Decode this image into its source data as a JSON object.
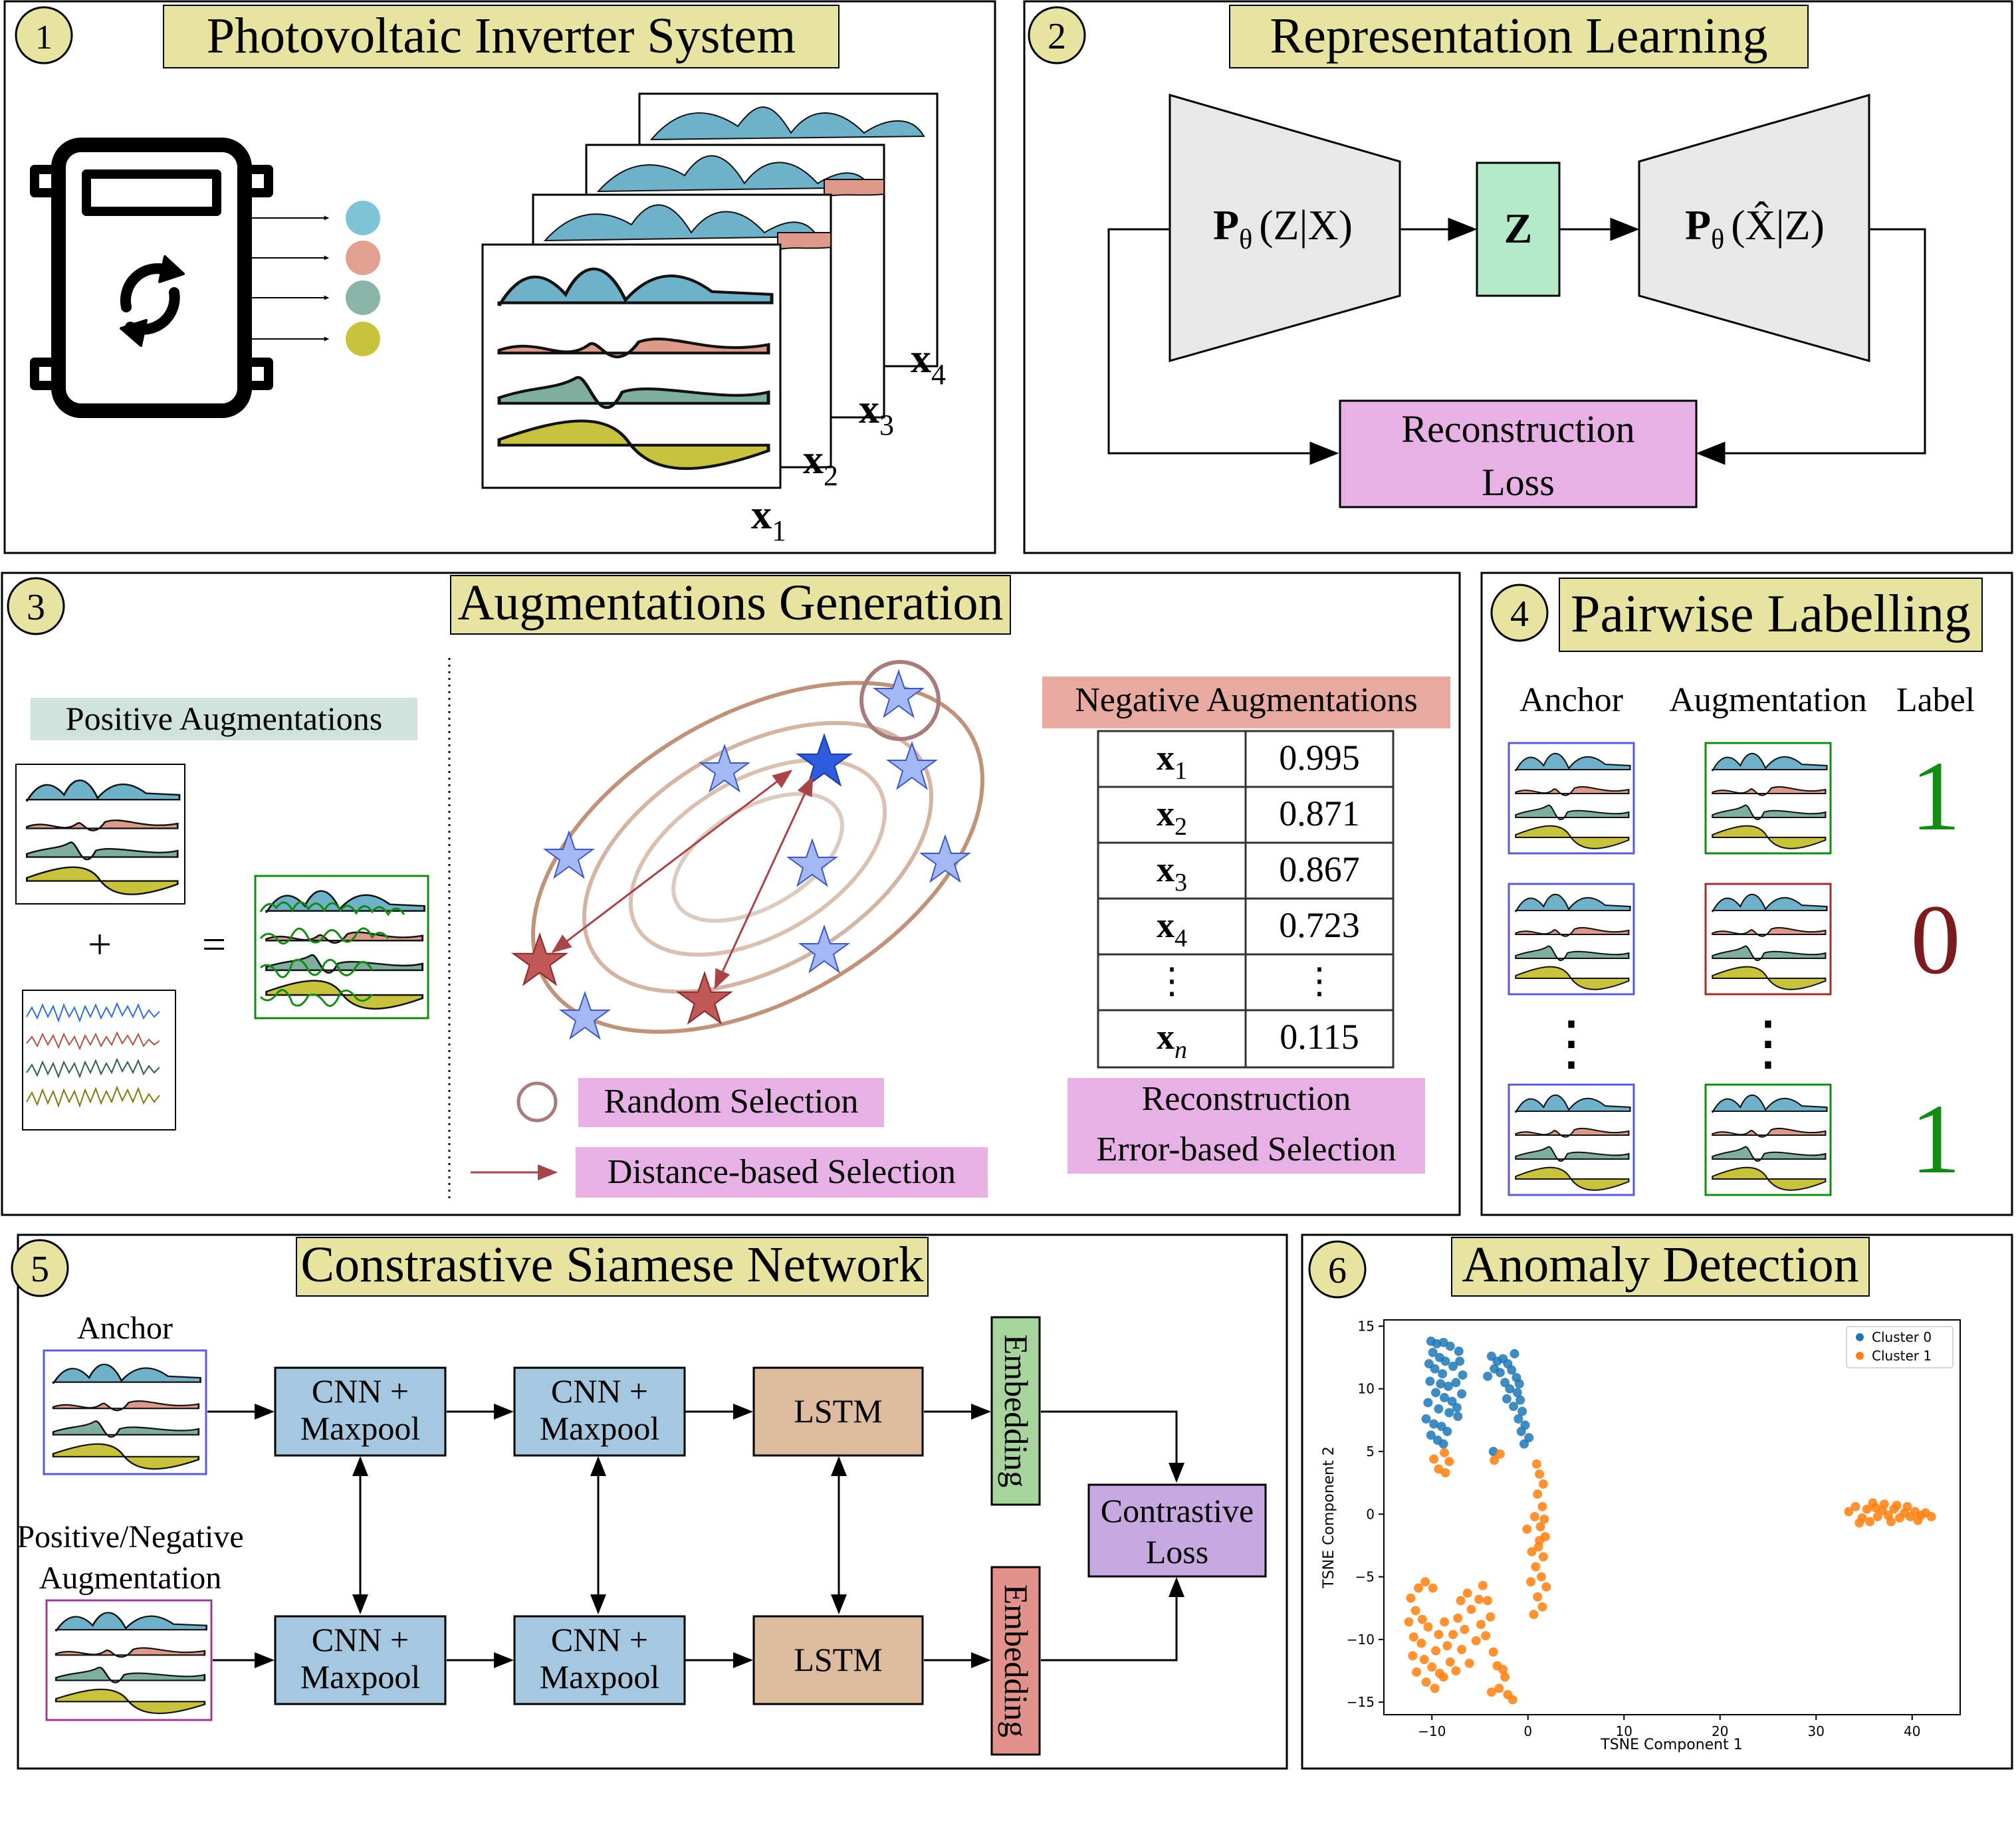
{
  "panels": {
    "p1": {
      "number": "1",
      "title": "Photovoltaic Inverter System",
      "channels": [
        "x",
        "x",
        "x",
        "x"
      ],
      "subscripts": [
        "1",
        "2",
        "3",
        "4"
      ]
    },
    "p2": {
      "number": "2",
      "title": "Representation Learning",
      "encoder": "P",
      "encoder_sub": "θ",
      "encoder_arg": "(Z|X)",
      "latent": "Z",
      "decoder": "P",
      "decoder_sub": "θ",
      "decoder_arg": "(X̂|Z)",
      "loss_line1": "Reconstruction",
      "loss_line2": "Loss"
    },
    "p3": {
      "number": "3",
      "title": "Augmentations Generation",
      "positive_label": "Positive Augmentations",
      "plus": "+",
      "equals": "=",
      "negative_label": "Negative Augmentations",
      "table": [
        {
          "var": "x",
          "sub": "1",
          "value": "0.995"
        },
        {
          "var": "x",
          "sub": "2",
          "value": "0.871"
        },
        {
          "var": "x",
          "sub": "3",
          "value": "0.867"
        },
        {
          "var": "x",
          "sub": "4",
          "value": "0.723"
        },
        {
          "var": "⋮",
          "sub": "",
          "value": "⋮"
        },
        {
          "var": "x",
          "sub": "n",
          "value": "0.115"
        }
      ],
      "legend_random": "Random Selection",
      "legend_distance": "Distance-based Selection",
      "recon_line1": "Reconstruction",
      "recon_line2": "Error-based Selection"
    },
    "p4": {
      "number": "4",
      "title": "Pairwise Labelling",
      "col_anchor": "Anchor",
      "col_aug": "Augmentation",
      "col_label": "Label",
      "labels": [
        "1",
        "0",
        "1"
      ],
      "dots": "⋮",
      "colors": {
        "positive": "#138a13",
        "negative": "#7a1c1c"
      }
    },
    "p5": {
      "number": "5",
      "title": "Constrastive Siamese Network",
      "anchor": "Anchor",
      "aug_line1": "Positive/Negative",
      "aug_line2": "Augmentation",
      "cnn_line1": "CNN +",
      "cnn_line2": "Maxpool",
      "lstm": "LSTM",
      "embedding": "Embedding",
      "loss_line1": "Contrastive",
      "loss_line2": "Loss"
    },
    "p6": {
      "number": "6",
      "title": "Anomaly Detection"
    }
  },
  "chart_data": {
    "type": "scatter",
    "xlabel": "TSNE Component 1",
    "ylabel": "TSNE Component 2",
    "xlim": [
      -15,
      45
    ],
    "ylim": [
      -16,
      15.5
    ],
    "xticks": [
      "−10",
      "0",
      "10",
      "20",
      "30",
      "40"
    ],
    "yticks": [
      "15",
      "10",
      "5",
      "0",
      "−5",
      "−10",
      "−15"
    ],
    "xtick_values": [
      -10,
      0,
      10,
      20,
      30,
      40
    ],
    "ytick_values": [
      15,
      10,
      5,
      0,
      -5,
      -10,
      -15
    ],
    "legend_placement": "top-right",
    "series": [
      {
        "name": "Cluster 0",
        "color": "#1f77b4",
        "points": [
          [
            -10.1,
            13.8
          ],
          [
            -9.5,
            13.6
          ],
          [
            -8.8,
            13.7
          ],
          [
            -8.1,
            13.4
          ],
          [
            -7.2,
            13.0
          ],
          [
            -9.9,
            12.9
          ],
          [
            -9.2,
            12.5
          ],
          [
            -8.6,
            12.2
          ],
          [
            -10.3,
            12.0
          ],
          [
            -9.7,
            11.6
          ],
          [
            -8.9,
            11.2
          ],
          [
            -7.8,
            11.8
          ],
          [
            -7.5,
            10.5
          ],
          [
            -8.3,
            10.2
          ],
          [
            -9.1,
            10.4
          ],
          [
            -10.2,
            10.6
          ],
          [
            -9.6,
            9.7
          ],
          [
            -8.7,
            9.3
          ],
          [
            -7.9,
            9.0
          ],
          [
            -10.4,
            8.9
          ],
          [
            -9.3,
            8.4
          ],
          [
            -8.2,
            8.1
          ],
          [
            -7.4,
            8.5
          ],
          [
            -10.6,
            7.6
          ],
          [
            -9.8,
            7.2
          ],
          [
            -9.0,
            7.0
          ],
          [
            -8.4,
            6.6
          ],
          [
            -10.1,
            6.3
          ],
          [
            -9.4,
            5.9
          ],
          [
            -8.8,
            5.6
          ],
          [
            -7.3,
            7.8
          ],
          [
            -6.9,
            9.6
          ],
          [
            -7.1,
            12.2
          ],
          [
            -6.8,
            11.1
          ],
          [
            -3.8,
            12.6
          ],
          [
            -3.2,
            12.2
          ],
          [
            -2.6,
            12.4
          ],
          [
            -2.1,
            12.0
          ],
          [
            -3.5,
            11.6
          ],
          [
            -2.9,
            11.3
          ],
          [
            -1.7,
            11.5
          ],
          [
            -1.2,
            10.9
          ],
          [
            -2.4,
            10.5
          ],
          [
            -1.9,
            10.0
          ],
          [
            -1.1,
            9.7
          ],
          [
            -0.8,
            9.1
          ],
          [
            -1.5,
            8.6
          ],
          [
            -0.6,
            8.2
          ],
          [
            -1.0,
            7.6
          ],
          [
            -0.3,
            7.1
          ],
          [
            -0.7,
            6.6
          ],
          [
            0.1,
            6.1
          ],
          [
            -0.4,
            5.6
          ],
          [
            -3.6,
            5.0
          ],
          [
            -4.2,
            11.0
          ],
          [
            -1.4,
            12.8
          ],
          [
            -2.2,
            9.2
          ],
          [
            -0.9,
            10.4
          ]
        ]
      },
      {
        "name": "Cluster 1",
        "color": "#ff7f0e",
        "points": [
          [
            -9.8,
            4.4
          ],
          [
            -8.7,
            4.9
          ],
          [
            -8.2,
            4.2
          ],
          [
            -9.3,
            3.6
          ],
          [
            -8.6,
            3.3
          ],
          [
            -3.5,
            4.3
          ],
          [
            -2.9,
            4.8
          ],
          [
            0.9,
            4.0
          ],
          [
            1.2,
            3.2
          ],
          [
            1.6,
            2.4
          ],
          [
            1.0,
            1.6
          ],
          [
            1.5,
            0.6
          ],
          [
            0.7,
            -0.2
          ],
          [
            1.3,
            -1.0
          ],
          [
            1.8,
            -1.8
          ],
          [
            1.1,
            -2.6
          ],
          [
            1.6,
            -3.4
          ],
          [
            0.8,
            -4.2
          ],
          [
            1.4,
            -5.0
          ],
          [
            1.9,
            -5.8
          ],
          [
            1.0,
            -6.6
          ],
          [
            1.5,
            -7.4
          ],
          [
            0.6,
            -8.0
          ],
          [
            1.2,
            -2.1
          ],
          [
            0.4,
            -3.0
          ],
          [
            1.7,
            -0.4
          ],
          [
            0.3,
            -5.4
          ],
          [
            -0.1,
            -1.2
          ],
          [
            -12.2,
            -6.7
          ],
          [
            -11.7,
            -7.7
          ],
          [
            -12.4,
            -8.6
          ],
          [
            -11.9,
            -9.8
          ],
          [
            -11.1,
            -10.3
          ],
          [
            -10.4,
            -9.0
          ],
          [
            -9.6,
            -10.9
          ],
          [
            -10.8,
            -11.6
          ],
          [
            -10.0,
            -12.2
          ],
          [
            -9.2,
            -12.7
          ],
          [
            -10.6,
            -13.4
          ],
          [
            -9.7,
            -13.9
          ],
          [
            -8.8,
            -13.0
          ],
          [
            -8.1,
            -11.8
          ],
          [
            -7.5,
            -12.5
          ],
          [
            -8.4,
            -10.5
          ],
          [
            -7.8,
            -9.6
          ],
          [
            -8.7,
            -8.6
          ],
          [
            -7.3,
            -8.3
          ],
          [
            -6.6,
            -9.2
          ],
          [
            -5.9,
            -7.6
          ],
          [
            -6.3,
            -6.3
          ],
          [
            -5.1,
            -6.8
          ],
          [
            -4.7,
            -5.7
          ],
          [
            -4.2,
            -6.9
          ],
          [
            -3.9,
            -8.2
          ],
          [
            -4.4,
            -9.7
          ],
          [
            -3.6,
            -11.0
          ],
          [
            -3.2,
            -12.1
          ],
          [
            -2.4,
            -13.0
          ],
          [
            -3.0,
            -13.9
          ],
          [
            -2.1,
            -14.4
          ],
          [
            -3.8,
            -14.2
          ],
          [
            -1.6,
            -14.8
          ],
          [
            -2.6,
            -12.4
          ],
          [
            -11.4,
            -5.9
          ],
          [
            -10.7,
            -5.4
          ],
          [
            -9.9,
            -5.9
          ],
          [
            -11.0,
            -8.4
          ],
          [
            -9.3,
            -9.6
          ],
          [
            -6.9,
            -10.8
          ],
          [
            -6.1,
            -11.9
          ],
          [
            -5.4,
            -10.1
          ],
          [
            -4.9,
            -8.8
          ],
          [
            -11.6,
            -12.6
          ],
          [
            -12.0,
            -11.3
          ],
          [
            -7.0,
            -6.9
          ],
          [
            33.4,
            0.2
          ],
          [
            34.1,
            0.6
          ],
          [
            34.8,
            -0.3
          ],
          [
            35.3,
            0.4
          ],
          [
            35.9,
            0.9
          ],
          [
            36.4,
            -0.2
          ],
          [
            36.9,
            0.3
          ],
          [
            37.5,
            -0.1
          ],
          [
            38.1,
            0.4
          ],
          [
            38.7,
            -0.3
          ],
          [
            39.2,
            0.1
          ],
          [
            39.8,
            -0.2
          ],
          [
            40.3,
            0.2
          ],
          [
            40.9,
            -0.1
          ],
          [
            41.4,
            0.1
          ],
          [
            42.0,
            -0.2
          ],
          [
            34.5,
            -0.7
          ],
          [
            35.6,
            -0.6
          ],
          [
            37.1,
            0.8
          ],
          [
            38.4,
            0.7
          ],
          [
            36.2,
            0.5
          ],
          [
            37.8,
            -0.6
          ],
          [
            39.5,
            0.6
          ],
          [
            40.6,
            -0.5
          ]
        ]
      }
    ]
  }
}
